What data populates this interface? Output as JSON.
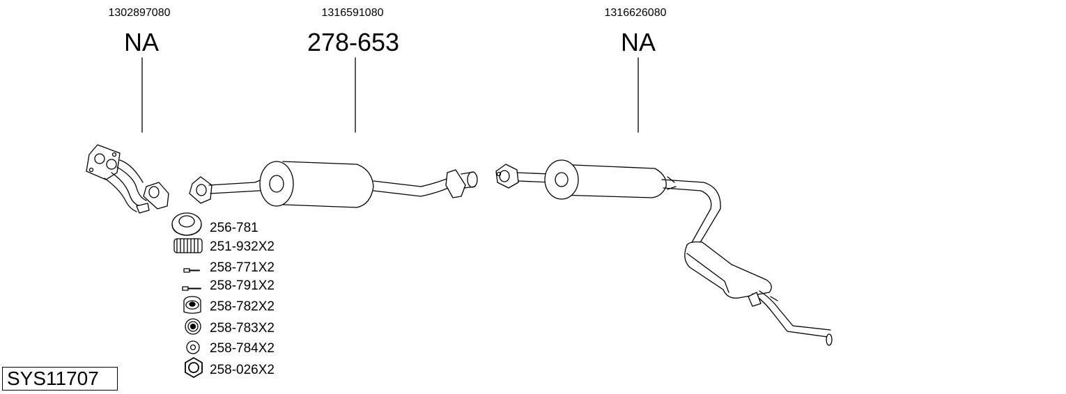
{
  "system_code": "SYS11707",
  "sections": [
    {
      "oem_number": "1302897080",
      "part_number": "NA"
    },
    {
      "oem_number": "1316591080",
      "part_number": "278-653"
    },
    {
      "oem_number": "1316626080",
      "part_number": "NA"
    }
  ],
  "accessories": [
    {
      "icon": "gasket-ring-icon",
      "code": "256-781"
    },
    {
      "icon": "spring-icon",
      "code": "251-932X2"
    },
    {
      "icon": "bolt-icon",
      "code": "258-771X2"
    },
    {
      "icon": "bolt-long-icon",
      "code": "258-791X2"
    },
    {
      "icon": "rubber-mount-icon",
      "code": "258-782X2"
    },
    {
      "icon": "rubber-ring-icon",
      "code": "258-783X2"
    },
    {
      "icon": "washer-ring-icon",
      "code": "258-784X2"
    },
    {
      "icon": "hex-nut-icon",
      "code": "258-026X2"
    }
  ]
}
